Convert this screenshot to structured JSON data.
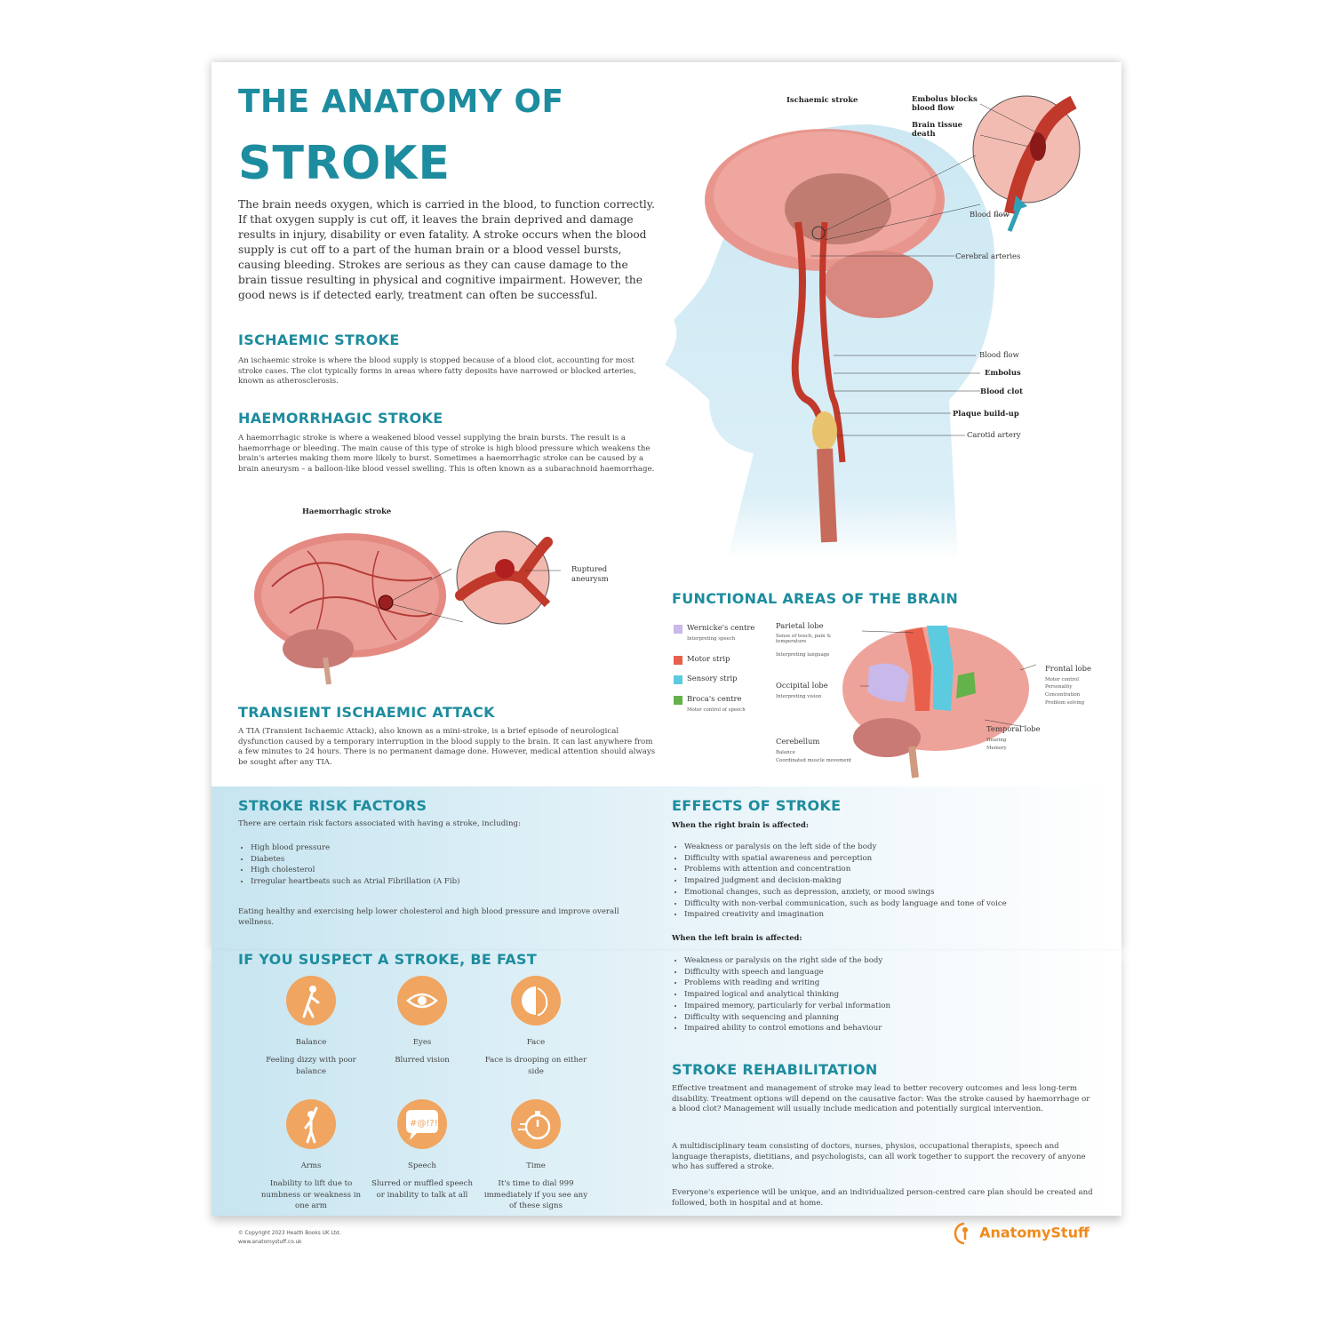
{
  "title": {
    "line1": "THE ANATOMY OF",
    "line2": "STROKE"
  },
  "intro": "The brain needs oxygen, which is carried in the blood, to function correctly. If that oxygen supply is cut off, it leaves the brain deprived and damage results in injury, disability or even fatality. A stroke occurs when the blood supply is cut off to a part of the human brain or a blood vessel bursts, causing bleeding. Strokes are serious as they can cause damage to the brain tissue resulting in physical and cognitive impairment. However, the good news is if detected early, treatment can often be successful.",
  "ischaemic": {
    "heading": "ISCHAEMIC STROKE",
    "text": "An ischaemic stroke is where the blood supply is stopped because of a blood clot, accounting for most stroke cases. The clot typically forms in areas where fatty deposits have narrowed or blocked arteries, known as atherosclerosis."
  },
  "haemorrhagic": {
    "heading": "HAEMORRHAGIC STROKE",
    "text": "A haemorrhagic stroke is where a weakened blood vessel supplying the brain bursts. The result is a haemorrhage or bleeding. The main cause of this type of stroke is high blood pressure which weakens the brain's arteries making them more likely to burst. Sometimes a haemorrhagic stroke can be caused by a brain aneurysm – a balloon-like blood vessel swelling. This is often known as a subarachnoid haemorrhage."
  },
  "haem_figure": {
    "title": "Haemorrhagic stroke",
    "label": "Ruptured aneurysm"
  },
  "tia": {
    "heading": "TRANSIENT ISCHAEMIC ATTACK",
    "text": "A TIA (Transient Ischaemic Attack), also known as a mini-stroke, is a brief episode of neurological dysfunction caused by a temporary interruption in the blood supply to the brain. It can last anywhere from a few minutes to 24 hours. There is no permanent damage done. However, medical attention should always be sought after any TIA."
  },
  "isch_figure": {
    "title": "Ischaemic stroke",
    "labels": {
      "embolus_blocks": "Embolus blocks blood flow",
      "tissue_death": "Brain tissue death",
      "blood_flow_top": "Blood flow",
      "cerebral": "Cerebral arteries",
      "blood_flow": "Blood flow",
      "embolus": "Embolus",
      "blood_clot": "Blood clot",
      "plaque": "Plaque build-up",
      "carotid": "Carotid artery"
    }
  },
  "functional": {
    "heading": "FUNCTIONAL AREAS OF THE BRAIN",
    "legend": [
      {
        "name": "Wernicke's centre",
        "desc": "Interpreting speech",
        "color": "#c9b8ea"
      },
      {
        "name": "Motor strip",
        "desc": "",
        "color": "#e8604c"
      },
      {
        "name": "Sensory strip",
        "desc": "",
        "color": "#5ccbe0"
      },
      {
        "name": "Broca's centre",
        "desc": "Motor control of speech",
        "color": "#63b24a"
      }
    ],
    "lobes": {
      "parietal": {
        "name": "Parietal lobe",
        "desc1": "Sense of touch, pain & temperature",
        "desc2": "Interpreting language"
      },
      "occipital": {
        "name": "Occipital lobe",
        "desc1": "Interpreting vision"
      },
      "cerebellum": {
        "name": "Cerebellum",
        "desc1": "Balance",
        "desc2": "Coordinated muscle movement"
      },
      "frontal": {
        "name": "Frontal lobe",
        "desc1": "Motor control",
        "desc2": "Personality",
        "desc3": "Concentration",
        "desc4": "Problem solving"
      },
      "temporal": {
        "name": "Temporal lobe",
        "desc1": "Hearing",
        "desc2": "Memory"
      }
    }
  },
  "risk": {
    "heading": "STROKE RISK FACTORS",
    "intro": "There are certain risk factors associated with having a stroke, including:",
    "items": [
      "High blood pressure",
      "Diabetes",
      "High cholesterol",
      "Irregular heartbeats such as Atrial Fibrillation (A Fib)"
    ],
    "outro": "Eating healthy and exercising help lower cholesterol and high blood pressure and improve overall wellness."
  },
  "fast": {
    "heading": "IF YOU SUSPECT A STROKE, BE FAST",
    "items": [
      {
        "name": "Balance",
        "desc": "Feeling dizzy with poor balance",
        "icon": "person-dizzy-icon"
      },
      {
        "name": "Eyes",
        "desc": "Blurred vision",
        "icon": "eye-icon"
      },
      {
        "name": "Face",
        "desc": "Face is drooping on either side",
        "icon": "face-profile-icon"
      },
      {
        "name": "Arms",
        "desc": "Inability to lift due to numbness or weakness in one arm",
        "icon": "person-arm-raised-icon"
      },
      {
        "name": "Speech",
        "desc": "Slurred or muffled speech or inability to talk at all",
        "icon": "speech-bubble-icon"
      },
      {
        "name": "Time",
        "desc": "It's time to dial 999 immediately if you see any of these signs",
        "icon": "stopwatch-icon"
      }
    ]
  },
  "effects": {
    "heading": "EFFECTS OF STROKE",
    "right_title": "When the right brain is affected:",
    "right_items": [
      "Weakness or paralysis on the left side of the body",
      "Difficulty with spatial awareness and perception",
      "Problems with attention and concentration",
      "Impaired judgment and decision-making",
      "Emotional changes, such as depression, anxiety, or mood swings",
      "Difficulty with non-verbal communication, such as body language and tone of voice",
      "Impaired creativity and imagination"
    ],
    "left_title": "When the left brain is affected:",
    "left_items": [
      "Weakness or paralysis on the right side of the body",
      "Difficulty with speech and language",
      "Problems with reading and writing",
      "Impaired logical and analytical thinking",
      "Impaired memory, particularly for verbal information",
      "Difficulty with sequencing and planning",
      "Impaired ability to control emotions and behaviour"
    ]
  },
  "rehab": {
    "heading": "STROKE REHABILITATION",
    "p1": "Effective treatment and management of stroke may lead to better recovery outcomes and less long-term disability. Treatment options will depend on the causative factor: Was the stroke caused by haemorrhage or a blood clot? Management will usually include medication and potentially surgical intervention.",
    "p2": "A multidisciplinary team consisting of doctors, nurses, physios, occupational therapists, speech and language therapists, dietitians, and psychologists, can all work together to support the recovery of anyone who has suffered a stroke.",
    "p3": "Everyone's experience will be unique, and an individualized person-centred care plan should be created and followed, both in hospital and at home."
  },
  "footer": {
    "copyright": "© Copyright 2023 Health Books UK Ltd.",
    "url": "www.anatomystuff.co.uk",
    "logo": "AnatomyStuff"
  }
}
